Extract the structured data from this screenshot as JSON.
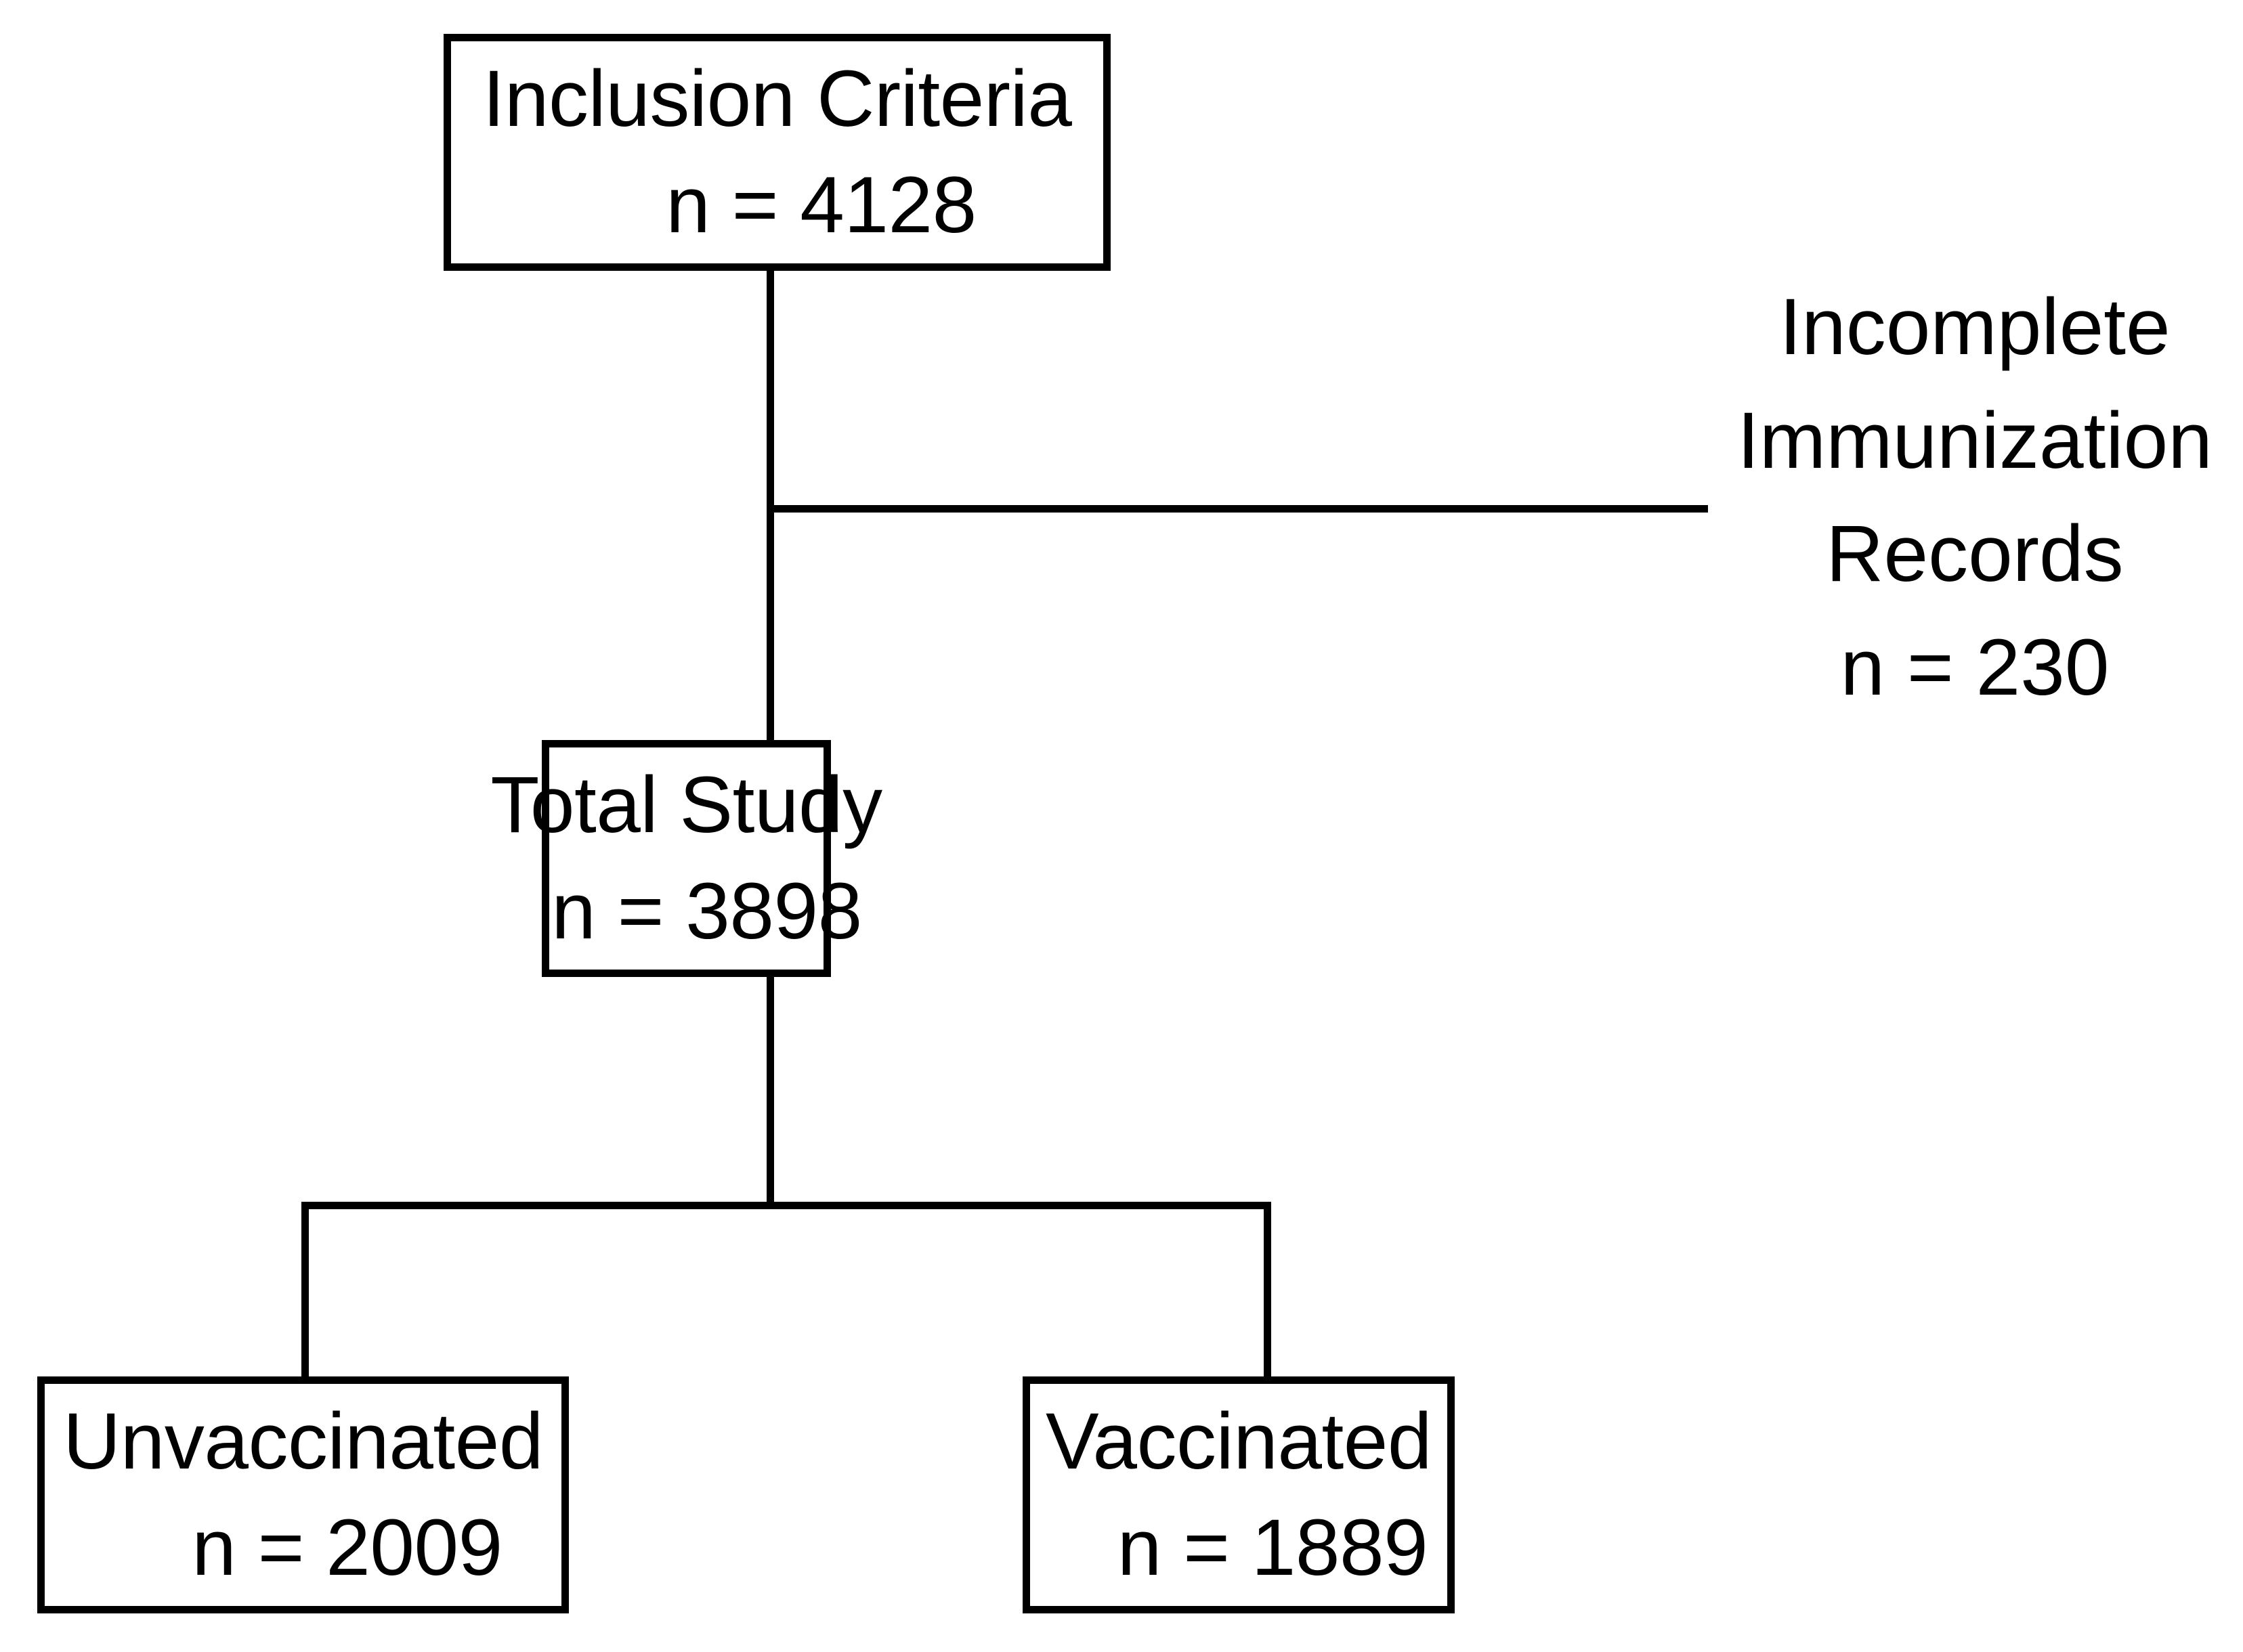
{
  "diagram": {
    "type": "study-flow-diagram",
    "boxes": [
      {
        "id": "inclusion",
        "label": "Inclusion Criteria",
        "count_label": "n = 4128",
        "n": 4128
      },
      {
        "id": "total-study",
        "label": "Total Study",
        "count_label": "n = 3898",
        "n": 3898
      },
      {
        "id": "unvaccinated",
        "label": "Unvaccinated",
        "count_label": "n = 2009",
        "n": 2009
      },
      {
        "id": "vaccinated",
        "label": "Vaccinated",
        "count_label": "n = 1889",
        "n": 1889
      }
    ],
    "exclusion": {
      "line1": "Incomplete",
      "line2": "Immunization",
      "line3": "Records",
      "count_label": "n = 230",
      "n": 230
    },
    "colors": {
      "stroke": "#000000",
      "background": "#ffffff",
      "text": "#000000"
    }
  }
}
